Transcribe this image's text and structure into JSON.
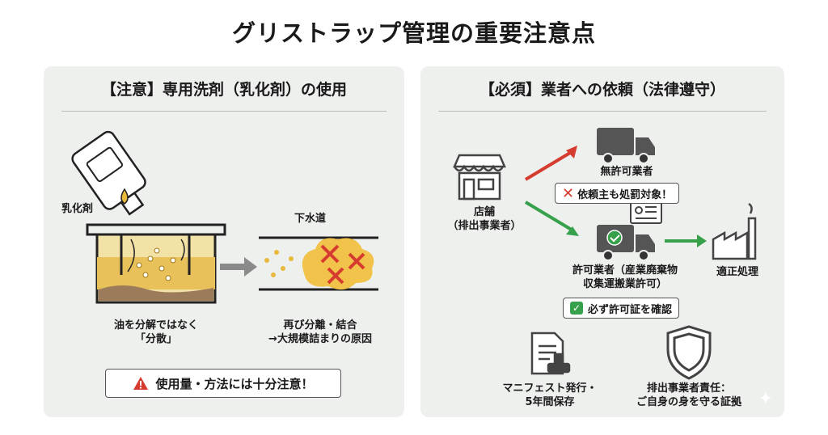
{
  "title": "グリストラップ管理の重要注意点",
  "left": {
    "heading": "【注意】専用洗剤（乳化剤）の使用",
    "emulsifier_label": "乳化剤",
    "sewer_label": "下水道",
    "caption_left_1": "油を分解ではなく",
    "caption_left_2": "「分散」",
    "caption_right_1": "再び分離・結合",
    "caption_right_2": "→大規模詰まりの原因",
    "warning": "使用量・方法には十分注意！"
  },
  "right": {
    "heading": "【必須】業者への依頼（法律遵守）",
    "store_label_1": "店舗",
    "store_label_2": "（排出事業者）",
    "unlicensed_label": "無許可業者",
    "unlicensed_warning": "依頼主も処罰対象！",
    "licensed_label_1": "許可業者（産業廃棄物",
    "licensed_label_2": "収集運搬業許可）",
    "licensed_check": "必ず許可証を確認",
    "disposal_label": "適正処理",
    "manifest_label_1": "マニフェスト発行・",
    "manifest_label_2": "5年間保存",
    "responsibility_label_1": "排出事業者責任：",
    "responsibility_label_2": "ご自身の身を守る証拠"
  },
  "colors": {
    "danger": "#d63b2f",
    "ok": "#37a04a",
    "oil": "#e8b93a",
    "panel": "#eef0ee"
  }
}
